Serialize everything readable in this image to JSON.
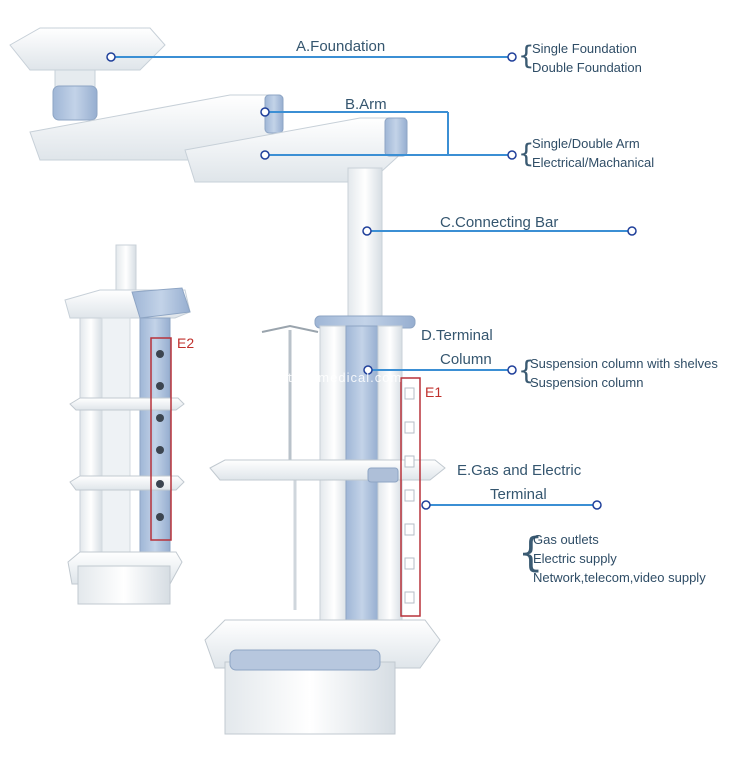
{
  "sections": [
    {
      "title": "A.Foundation",
      "options": [
        "Single Foundation",
        "Double Foundation"
      ]
    },
    {
      "title": "B.Arm",
      "options": [
        "Single/Double Arm",
        "Electrical/Machanical"
      ]
    },
    {
      "title": "C.Connecting Bar",
      "options": []
    },
    {
      "title_line1": "D.Terminal",
      "title_line2": "Column",
      "options": [
        "Suspension column with shelves",
        "Suspension column"
      ]
    },
    {
      "title_line1": "E.Gas and Electric",
      "title_line2": "Terminal",
      "options": [
        "Gas outlets",
        "Electric supply",
        "Network,telecom,video supply"
      ]
    }
  ],
  "tags": {
    "e1": "E1",
    "e2": "E2"
  },
  "watermark": "tian-medical.com",
  "colors": {
    "line": "#3b8fd4",
    "body": "#eef2f5",
    "accent": "#a9bfdc",
    "frame": "#b8323a"
  }
}
